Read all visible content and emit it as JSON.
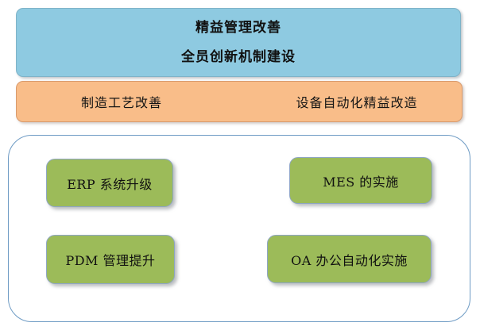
{
  "diagram": {
    "top_banner": {
      "line_1": "精益管理改善",
      "line_2": "全员创新机制建设",
      "fill_color": "#8ECAE1",
      "border_color": "#7FB3C8"
    },
    "orange_band": {
      "left_label": "制造工艺改善",
      "right_label": "设备自动化精益改造",
      "fill_color": "#F9BD89",
      "border_color": "#D99A6C"
    },
    "container": {
      "border_color": "#6E9BC4",
      "fill_color": "#FFFFFF"
    },
    "items": [
      {
        "label": "ERP 系统升级",
        "fill_color": "#9CBB59",
        "border_color": "#8FA6C4"
      },
      {
        "label": "MES 的实施",
        "fill_color": "#9CBB59",
        "border_color": "#8FA6C4"
      },
      {
        "label": "PDM 管理提升",
        "fill_color": "#9CBB59",
        "border_color": "#8FA6C4"
      },
      {
        "label": "OA 办公自动化实施",
        "fill_color": "#9CBB59",
        "border_color": "#8FA6C4"
      }
    ]
  }
}
